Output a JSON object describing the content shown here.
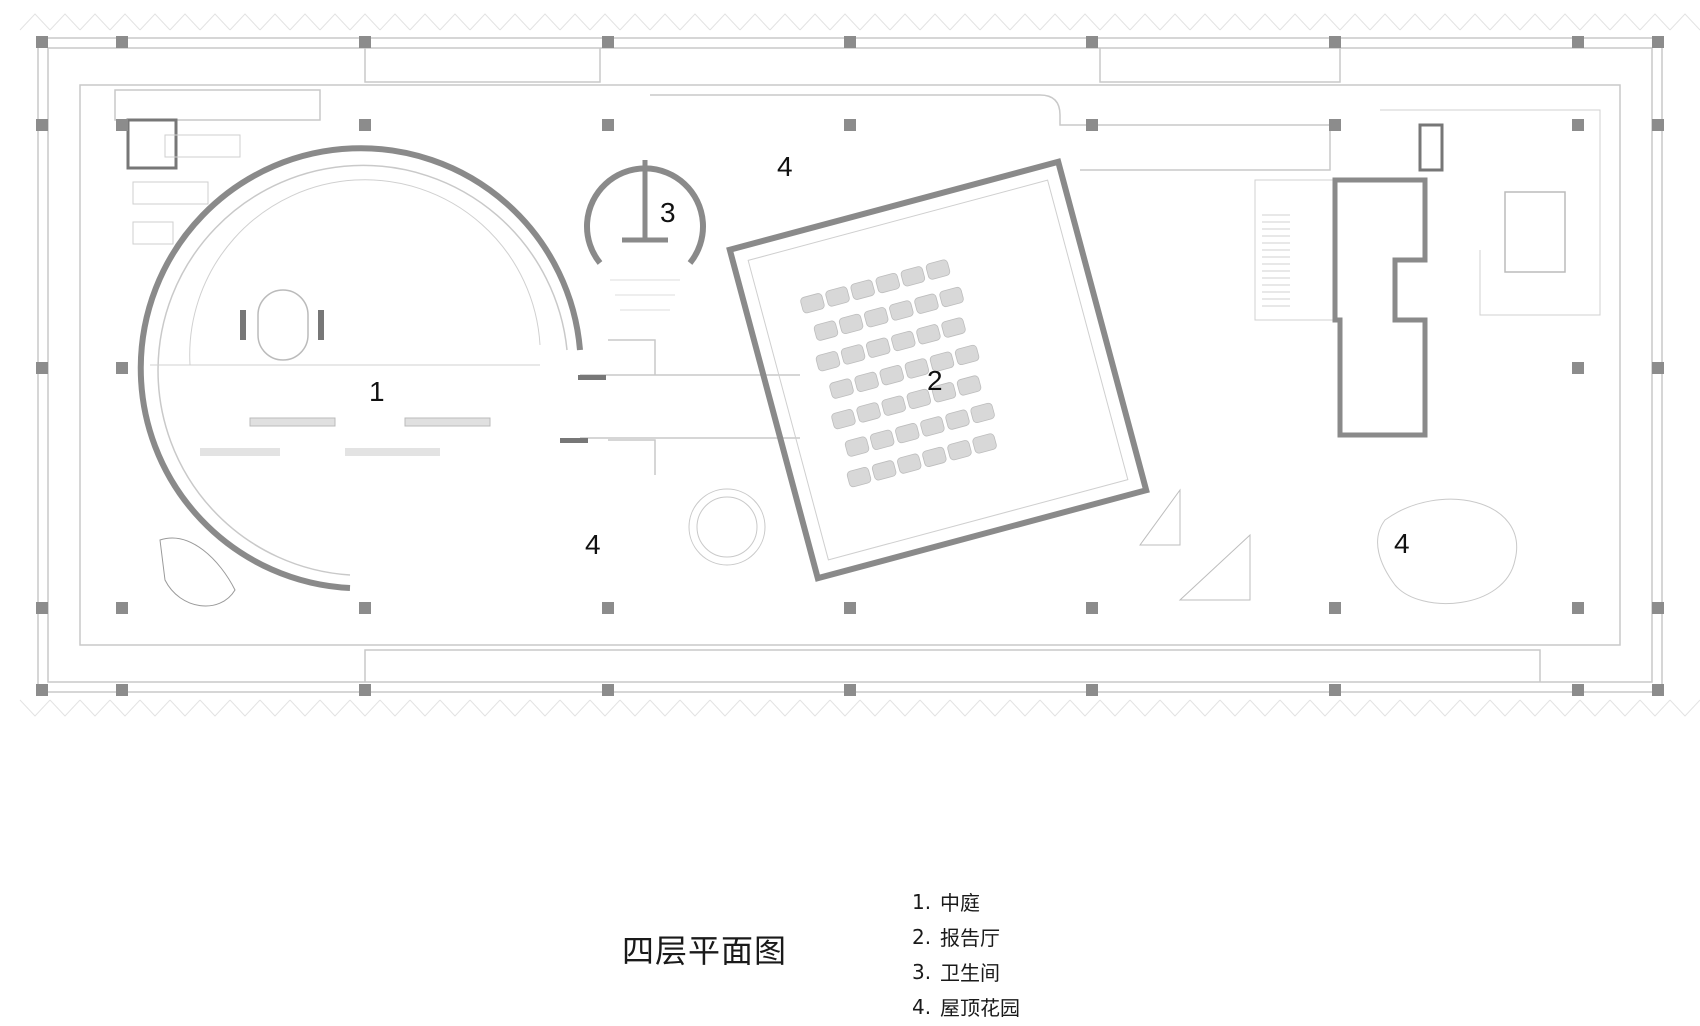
{
  "drawing": {
    "title": "四层平面图",
    "room_labels": {
      "r1": "1",
      "r2": "2",
      "r3": "3",
      "r4_top": "4",
      "r4_bottom": "4",
      "r4_right": "4"
    }
  },
  "legend": {
    "items": [
      {
        "num": "1.",
        "name": "中庭"
      },
      {
        "num": "2.",
        "name": "报告厅"
      },
      {
        "num": "3.",
        "name": "卫生间"
      },
      {
        "num": "4.",
        "name": "屋顶花园"
      }
    ]
  },
  "colors": {
    "wall": "#8a8a8a",
    "line": "#c9c9c9",
    "column": "#8c8c8c",
    "seat": "#d8d8d8"
  }
}
